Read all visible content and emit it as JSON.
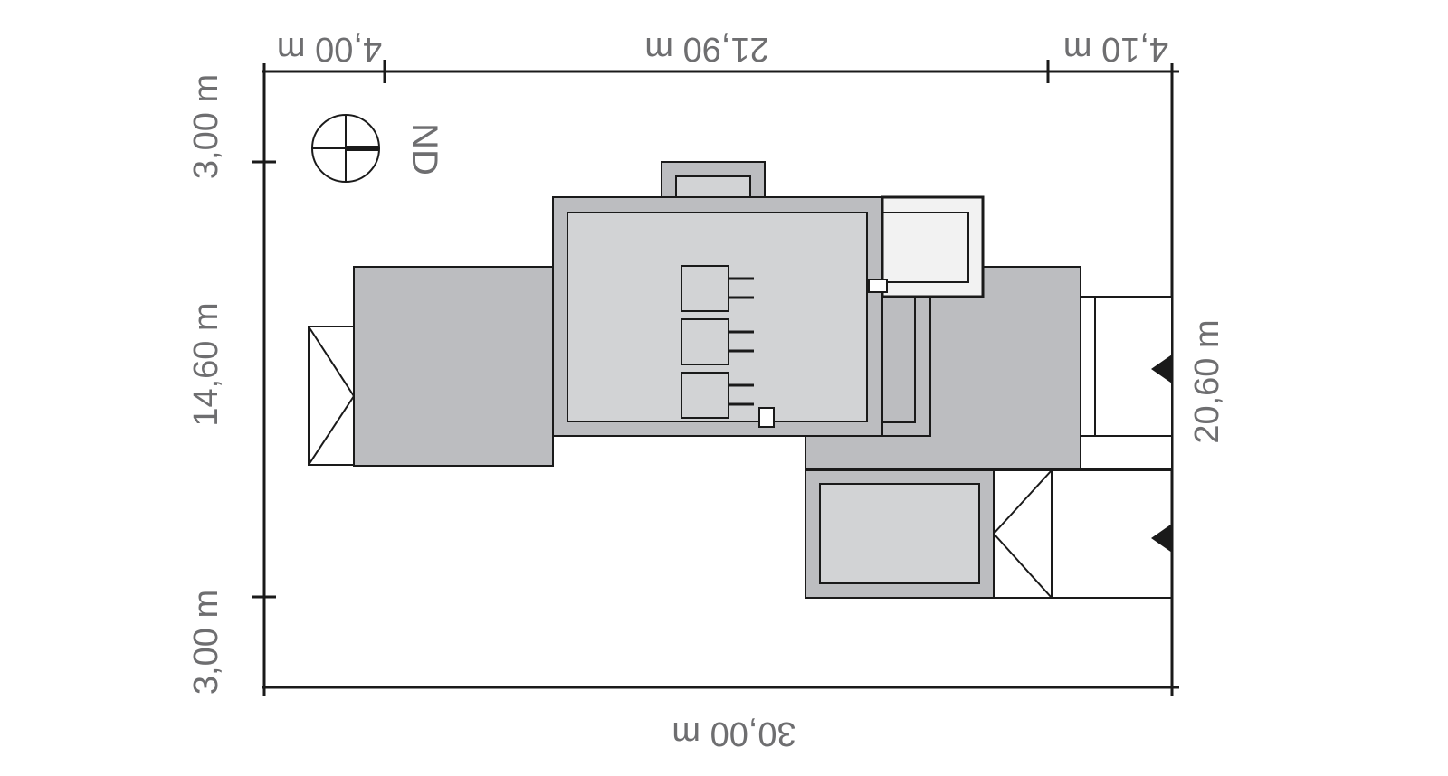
{
  "dimensions": {
    "top_left": "4,00 m",
    "top_middle": "21,90 m",
    "top_right": "4,10 m",
    "left_top": "3,00 m",
    "left_middle": "14,60 m",
    "left_bottom": "3,00 m",
    "right": "20,60 m",
    "bottom": "30,00 m"
  },
  "orientation_label": "ND",
  "colors": {
    "line": "#1a1a1a",
    "roof_dark": "#bcbdc0",
    "roof_light": "#d2d3d5",
    "roof_pale": "#f2f2f2",
    "text": "#6e6e70"
  }
}
